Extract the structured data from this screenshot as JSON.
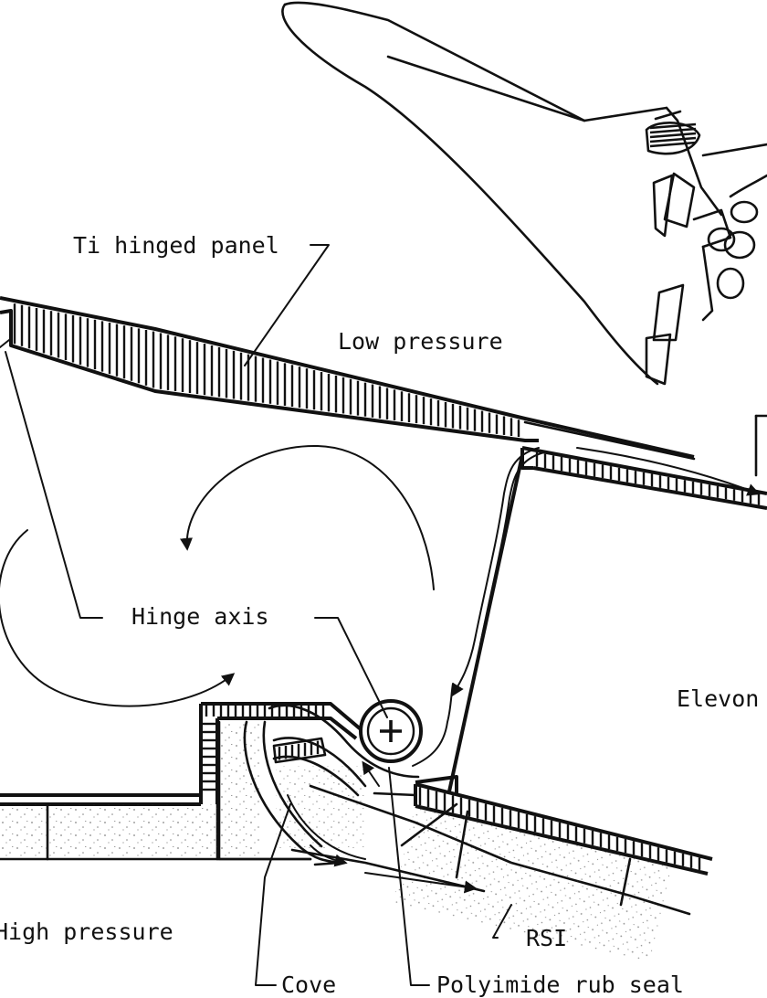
{
  "labels": {
    "ti_hinged_panel": "Ti hinged panel",
    "low_pressure": "Low pressure",
    "hinge_axis": "Hinge axis",
    "elevon": "Elevon",
    "high_pressure": "High pressure",
    "rsi": "RSI",
    "cove": "Cove",
    "polyimide_rub_seal": "Polyimide rub seal"
  },
  "colors": {
    "ink": "#111111",
    "paper": "#ffffff"
  }
}
